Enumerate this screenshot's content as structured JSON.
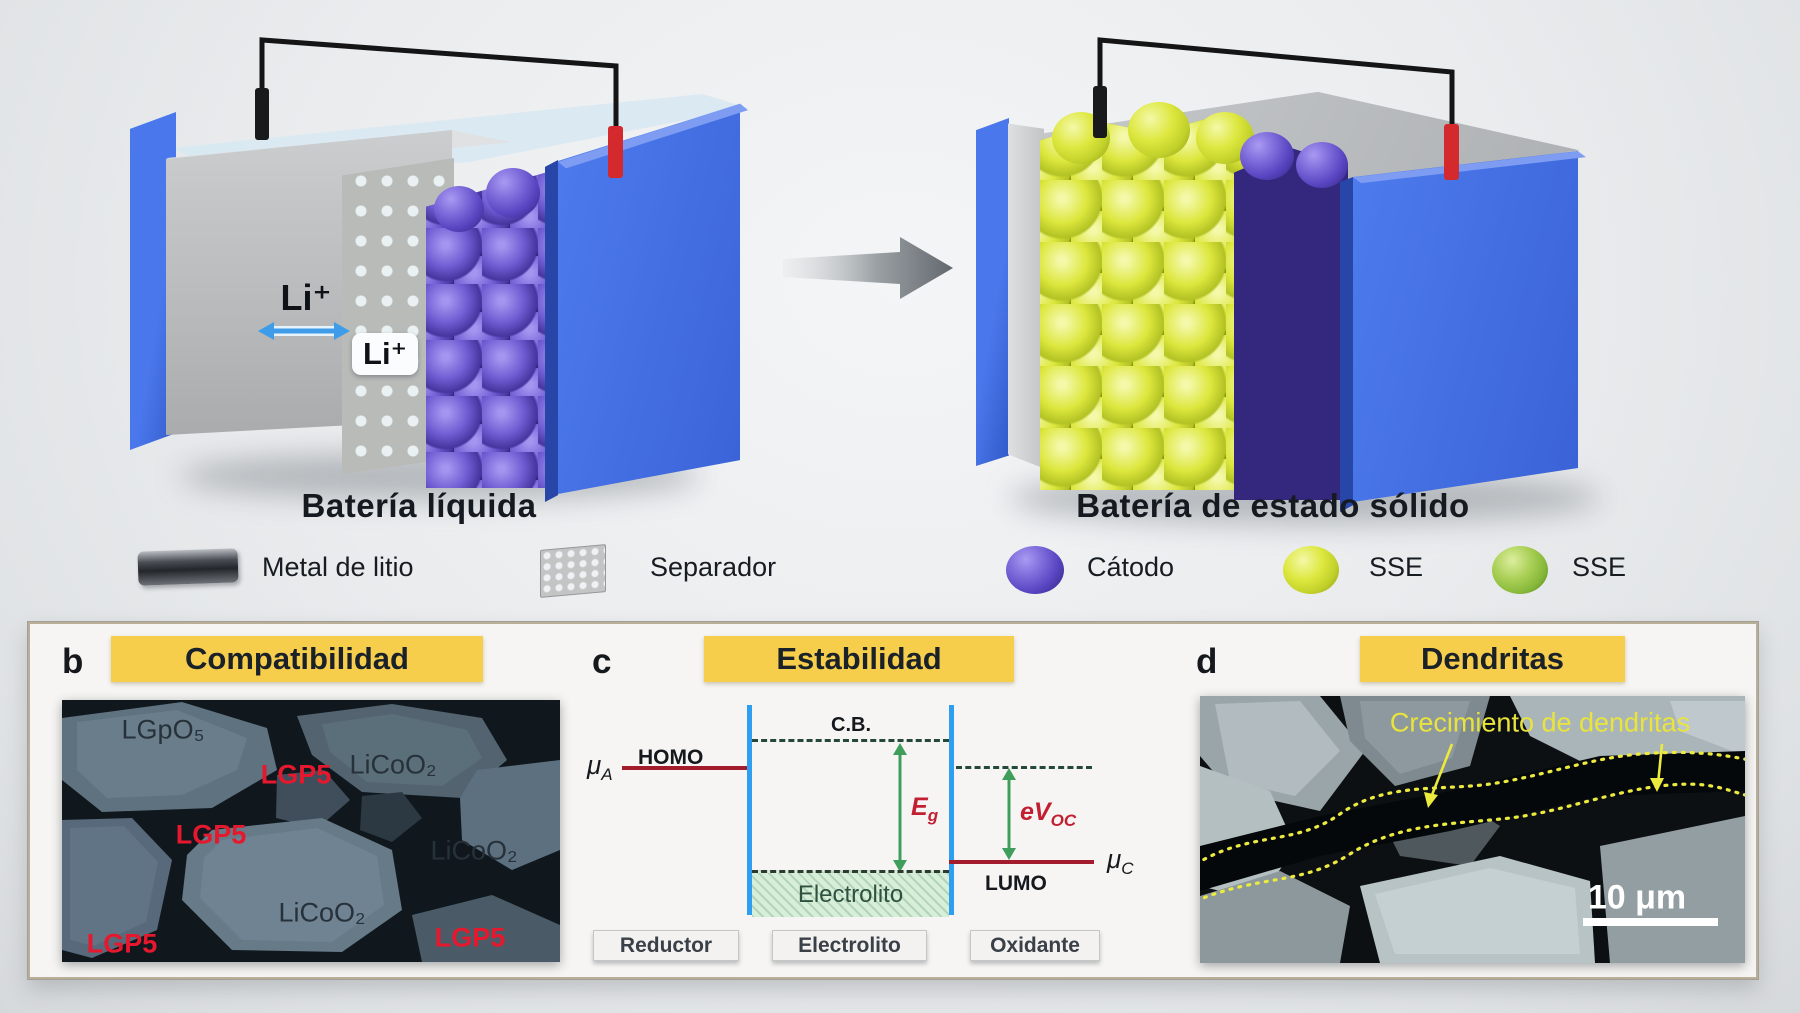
{
  "colors": {
    "background": "#eaecee",
    "accent_yellow_chip": "#f6ce4b",
    "blue_plate": "#4a78ec",
    "purple_sphere": "#6f5bd2",
    "yellow_sphere": "#dce73d",
    "green_sphere": "#86b83a",
    "red_label": "#e5182e",
    "dark_red_level_line": "#a21c2e",
    "green_arrow": "#3f9e5c",
    "blue_vertical_line": "#2e9ef0",
    "wire_black": "#151515",
    "terminal_red": "#d42a2e",
    "dendrite_yellow": "#e9e43c"
  },
  "top": {
    "left_title": "Batería líquida",
    "right_title": "Batería de estado sólido",
    "li_ion_free": "Li⁺",
    "li_ion_boxed": "Li⁺",
    "legend": {
      "lithium_metal": "Metal de litio",
      "separator": "Separador",
      "cathode": "Cátodo",
      "sse_yellow": "SSE",
      "sse_green": "SSE"
    }
  },
  "panel": {
    "b": {
      "letter": "b",
      "title": "Compatibilidad",
      "labels": [
        {
          "text": "LGpO₅",
          "kind": "dark"
        },
        {
          "text": "LGP5",
          "kind": "red"
        },
        {
          "text": "LiCoO₂",
          "kind": "dark"
        },
        {
          "text": "LGP5",
          "kind": "red"
        },
        {
          "text": "LiCoO₂",
          "kind": "dark"
        },
        {
          "text": "LiCoO₂",
          "kind": "dark"
        },
        {
          "text": "LGP5",
          "kind": "red"
        },
        {
          "text": "LGP5",
          "kind": "red"
        }
      ]
    },
    "c": {
      "letter": "c",
      "title": "Estabilidad",
      "mu_a": {
        "base": "μ",
        "sub": "A"
      },
      "homo": "HOMO",
      "cb": "C.B.",
      "eg": {
        "base": "E",
        "sub": "g"
      },
      "evoc": {
        "base": "eV",
        "sub": "OC"
      },
      "mu_c": {
        "base": "μ",
        "sub": "C"
      },
      "lumo": "LUMO",
      "electrolyte_fill": "Electrolito",
      "box_reductor": "Reductor",
      "box_electrolito": "Electrolito",
      "box_oxidante": "Oxidante"
    },
    "d": {
      "letter": "d",
      "title": "Dendritas",
      "annotation": "Crecimiento de dendritas",
      "scalebar": "10 μm"
    }
  }
}
